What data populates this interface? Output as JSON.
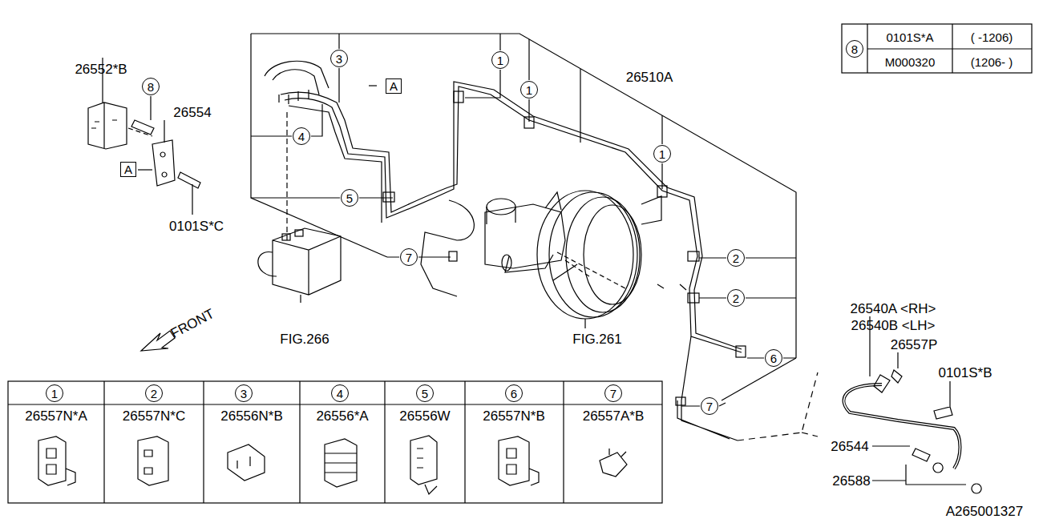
{
  "diagram": {
    "nodes": [
      {
        "text": [
          "8"
        ]
      },
      {
        "text": [
          "A"
        ]
      },
      {
        "text": [
          "3"
        ]
      },
      {
        "text": [
          "1"
        ]
      },
      {
        "text": [
          "A"
        ]
      },
      {
        "text": [
          "1"
        ]
      },
      {
        "text": [
          "4"
        ]
      },
      {
        "text": [
          "1"
        ]
      },
      {
        "text": [
          "5"
        ]
      },
      {
        "text": [
          "7"
        ]
      },
      {
        "text": [
          "2"
        ]
      },
      {
        "text": [
          "2"
        ]
      },
      {
        "text": [
          "6"
        ]
      },
      {
        "text": [
          "7"
        ]
      },
      {
        "text": [
          "8"
        ]
      },
      {
        "text": [
          "1"
        ]
      },
      {
        "text": [
          "2"
        ]
      },
      {
        "text": [
          "3"
        ]
      },
      {
        "text": [
          "4"
        ]
      },
      {
        "text": [
          "5"
        ]
      },
      {
        "text": [
          "6"
        ]
      },
      {
        "text": [
          "7"
        ]
      }
    ],
    "labels": [
      "26552*B",
      "26554",
      "0101S*C",
      "26510A",
      "FIG.266",
      "FIG.261",
      "FRONT",
      "26540A <RH>",
      "26540B <LH>",
      "26557P",
      "0101S*B",
      "26544",
      "26588",
      "0101S*A",
      "( -1206)",
      "M000320",
      "(1206- )",
      "26557N*A",
      "26557N*C",
      "26556N*B",
      "26556*A",
      "26556W",
      "26557N*B",
      "26557A*B",
      "A265001327"
    ]
  }
}
